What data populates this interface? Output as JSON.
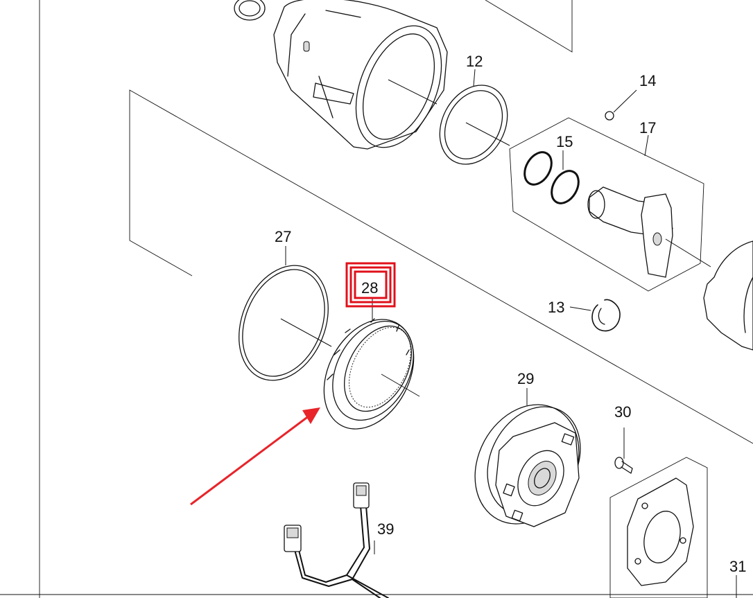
{
  "diagram": {
    "part_labels": {
      "p12": "12",
      "p13": "13",
      "p14": "14",
      "p15": "15",
      "p17": "17",
      "p27": "27",
      "p28": "28",
      "p29": "29",
      "p30": "30",
      "p31": "31",
      "p39": "39"
    },
    "highlighted_part": "28",
    "highlight_color": "#e0101a",
    "arrow_color": "#e8242a"
  }
}
